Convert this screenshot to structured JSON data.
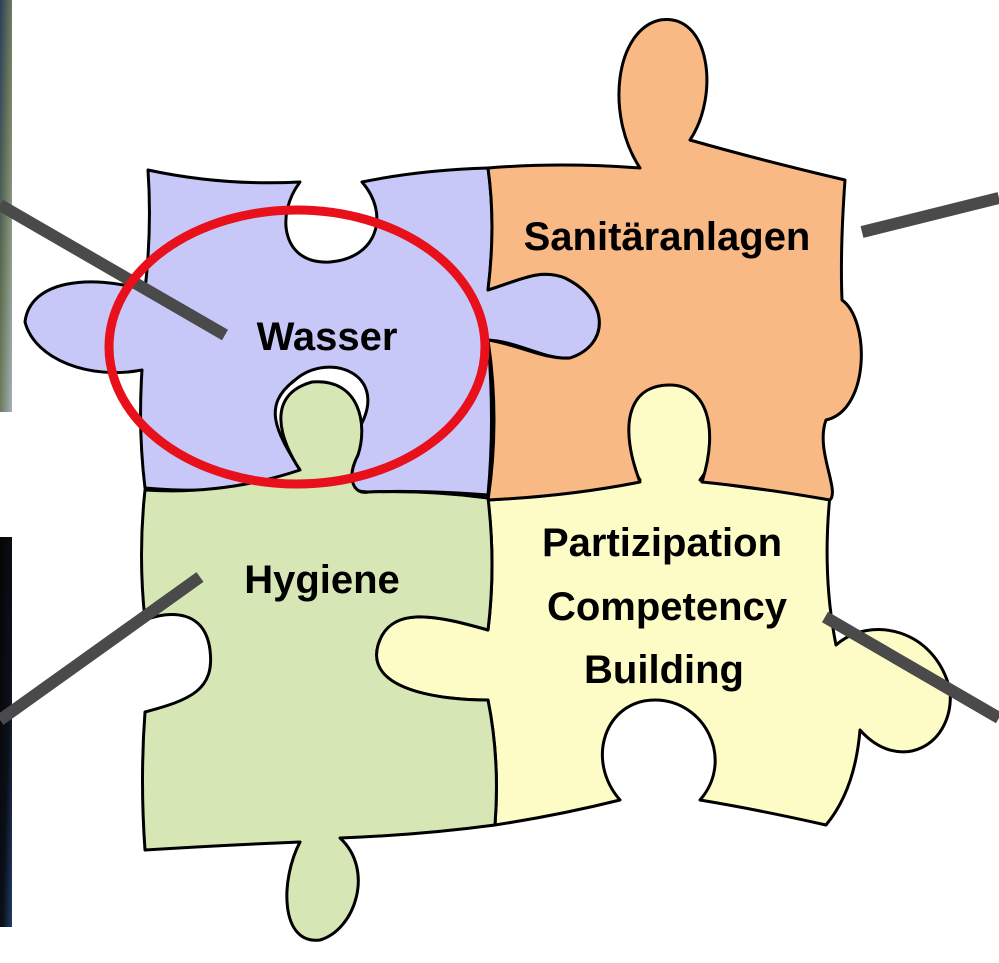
{
  "pieces": {
    "wasser": {
      "label": "Wasser",
      "color": "#c8c8f8"
    },
    "sanitaer": {
      "label": "Sanitäranlagen",
      "color": "#f9b984"
    },
    "hygiene": {
      "label": "Hygiene",
      "color": "#d6e6b4"
    },
    "partizipation": {
      "line1": "Partizipation",
      "line2": "Competency",
      "line3": "Building",
      "color": "#fdfcc6"
    }
  },
  "highlight": {
    "target": "Wasser",
    "color": "#e8101a"
  },
  "connector_color": "#4a4a4a",
  "side_photos": {
    "top_left": {
      "colors": [
        "#2a3e5a",
        "#6d7b5c",
        "#a4b0b8"
      ]
    },
    "bottom_left": {
      "colors": [
        "#050505",
        "#223c6a"
      ]
    }
  }
}
